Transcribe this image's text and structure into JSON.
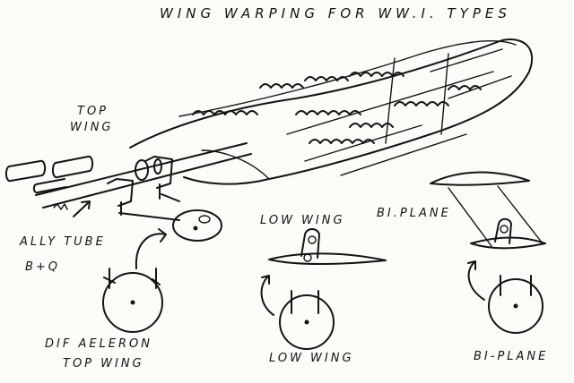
{
  "title": "WING WARPING FOR WW.I. TYPES",
  "labels": {
    "top_wing_1": "TOP",
    "top_wing_2": "WING",
    "ally_tube": "ALLY TUBE",
    "b_and_q": "B+Q",
    "low_wing_upper": "LOW WING",
    "biplane_upper": "BI.PLANE",
    "dif_aeleron_1": "DIF AELERON",
    "dif_aeleron_2": "TOP WING",
    "low_wing_lower": "LOW WING",
    "biplane_lower": "BI-PLANE"
  },
  "colors": {
    "ink": "#141414",
    "paper": "#fbfbf8"
  }
}
